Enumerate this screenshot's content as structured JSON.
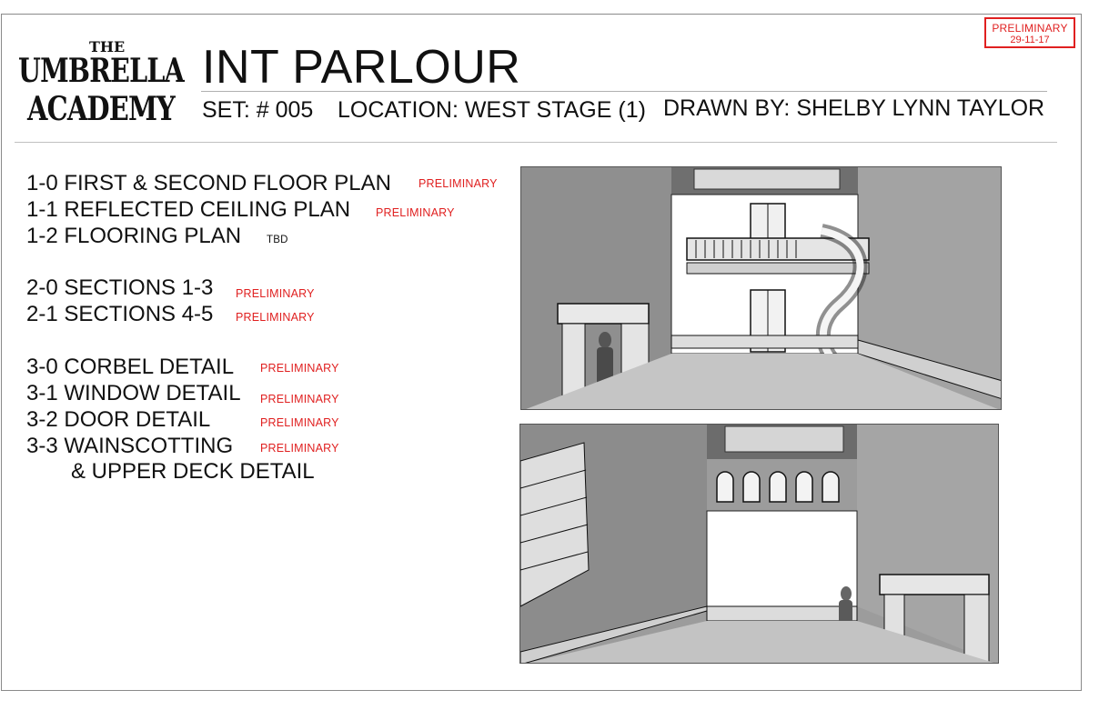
{
  "logo": {
    "line1": "THE",
    "line2": "UMBRELLA",
    "line3": "ACADEMY"
  },
  "stamp": {
    "status": "PRELIMINARY",
    "date": "29-11-17"
  },
  "header": {
    "title": "INT PARLOUR",
    "set": "SET: # 005",
    "location": "LOCATION: WEST STAGE (1)",
    "drawn_by": "DRAWN BY: SHELBY LYNN TAYLOR"
  },
  "sheets": [
    {
      "label": "1-0 FIRST & SECOND FLOOR PLAN",
      "status": "PRELIMINARY"
    },
    {
      "label": "1-1 REFLECTED CEILING PLAN",
      "status": "PRELIMINARY"
    },
    {
      "label": "1-2 FLOORING PLAN",
      "status": "TBD"
    },
    {
      "label": "2-0 SECTIONS 1-3",
      "status": "PRELIMINARY"
    },
    {
      "label": "2-1 SECTIONS 4-5",
      "status": "PRELIMINARY"
    },
    {
      "label": "3-0 CORBEL DETAIL",
      "status": "PRELIMINARY"
    },
    {
      "label": "3-1 WINDOW DETAIL",
      "status": "PRELIMINARY"
    },
    {
      "label": "3-2 DOOR DETAIL",
      "status": "PRELIMINARY"
    },
    {
      "label": "3-3 WAINSCOTTING",
      "status": "PRELIMINARY",
      "continuation": "& UPPER DECK DETAIL"
    }
  ],
  "colors": {
    "accent_red": "#e02020",
    "text": "#111111",
    "render_gray": "#a8a8a8"
  }
}
